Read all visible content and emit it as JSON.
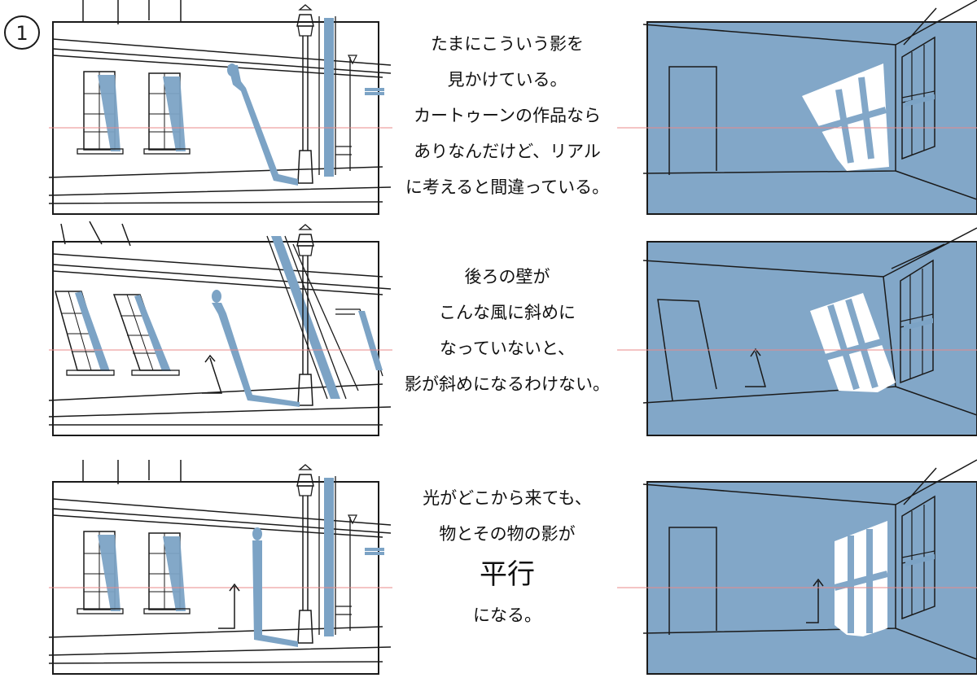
{
  "step_number": "1",
  "colors": {
    "shadow_blue": "#7ca3c5",
    "wall_blue": "#82a7c8",
    "ink": "#1a1a1a",
    "guide_red": "#e88a8a"
  },
  "captions": {
    "row1": [
      "たまにこういう影を",
      "見かけている。",
      "カートゥーンの作品なら",
      "ありなんだけど、リアル",
      "に考えると間違っている。"
    ],
    "row2": [
      "後ろの壁が",
      "こんな風に斜めに",
      "なっていないと、",
      "影が斜めになるわけない。"
    ],
    "row3_lines": [
      "光がどこから来ても、",
      "物とその物の影が"
    ],
    "row3_emphasis": "平行",
    "row3_last": "になる。"
  }
}
